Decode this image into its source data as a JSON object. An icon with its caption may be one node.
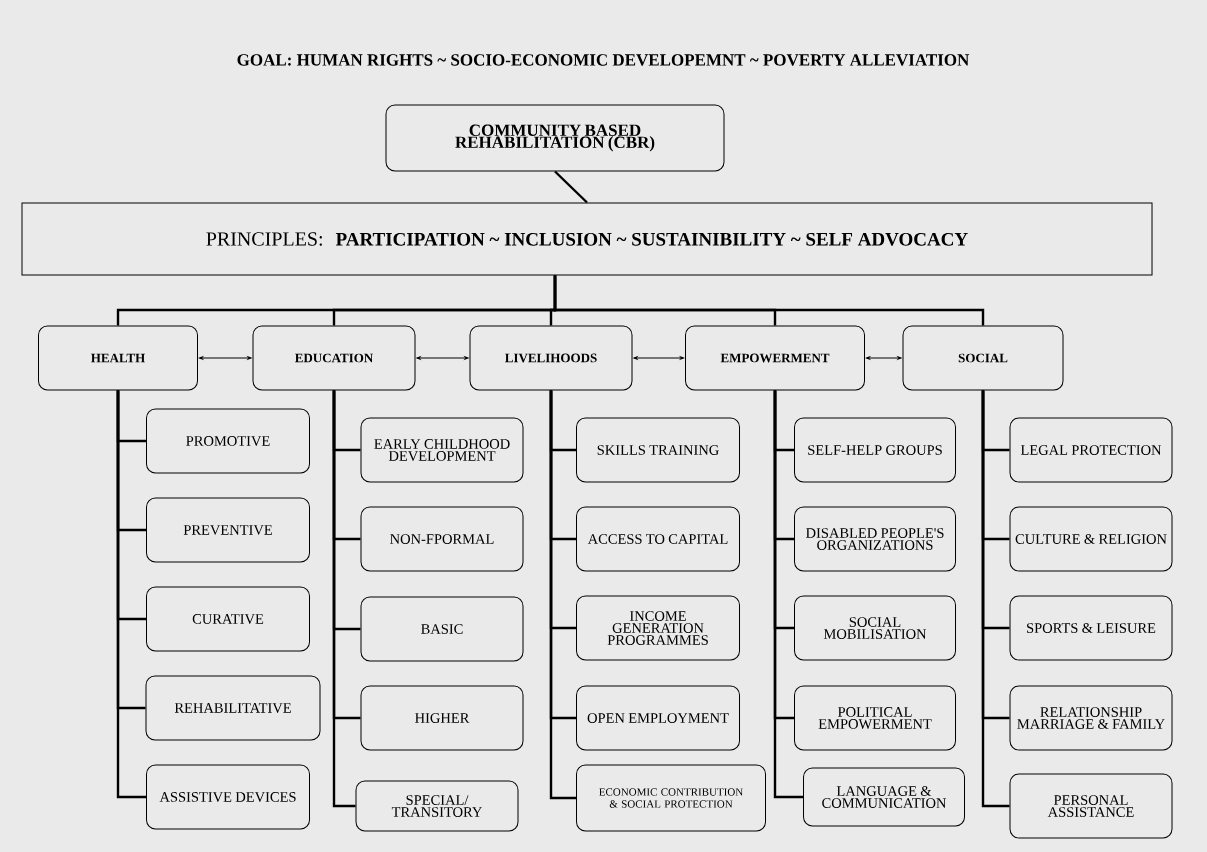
{
  "diagram": {
    "title": "GOAL: HUMAN RIGHTS ~ SOCIO-ECONOMIC DEVELOPEMNT ~ POVERTY ALLEVIATION",
    "nodes": [
      {
        "text": [
          "COMMUNITY BASED REHABILITATION (CBR)"
        ]
      },
      {
        "text": [
          "PRINCIPLES:",
          "PARTICIPATION ~ INCLUSION ~ SUSTAINIBILITY ~ SELF ADVOCACY"
        ]
      },
      {
        "text": [
          "HEALTH"
        ]
      },
      {
        "text": [
          "EDUCATION"
        ]
      },
      {
        "text": [
          "LIVELIHOODS"
        ]
      },
      {
        "text": [
          "EMPOWERMENT"
        ]
      },
      {
        "text": [
          "SOCIAL"
        ]
      },
      {
        "text": [
          "PROMOTIVE"
        ]
      },
      {
        "text": [
          "PREVENTIVE"
        ]
      },
      {
        "text": [
          "CURATIVE"
        ]
      },
      {
        "text": [
          "REHABILITATIVE"
        ]
      },
      {
        "text": [
          "ASSISTIVE DEVICES"
        ]
      },
      {
        "text": [
          "EARLY CHILDHOOD DEVELOPMENT"
        ]
      },
      {
        "text": [
          "NON-FPORMAL"
        ]
      },
      {
        "text": [
          "BASIC"
        ]
      },
      {
        "text": [
          "HIGHER"
        ]
      },
      {
        "text": [
          "SPECIAL/ TRANSITORY"
        ]
      },
      {
        "text": [
          "SKILLS TRAINING"
        ]
      },
      {
        "text": [
          "ACCESS TO CAPITAL"
        ]
      },
      {
        "text": [
          "INCOME GENERATION PROGRAMMES"
        ]
      },
      {
        "text": [
          "OPEN EMPLOYMENT"
        ]
      },
      {
        "text": [
          "ECONOMIC CONTRIBUTION & SOCIAL PROTECTION"
        ]
      },
      {
        "text": [
          "SELF-HELP GROUPS"
        ]
      },
      {
        "text": [
          "DISABLED PEOPLE'S ORGANIZATIONS"
        ]
      },
      {
        "text": [
          "SOCIAL MOBILISATION"
        ]
      },
      {
        "text": [
          "POLITICAL EMPOWERMENT"
        ]
      },
      {
        "text": [
          "LANGUAGE & COMMUNICATION"
        ]
      },
      {
        "text": [
          "LEGAL PROTECTION"
        ]
      },
      {
        "text": [
          "CULTURE & RELIGION"
        ]
      },
      {
        "text": [
          "SPORTS & LEISURE"
        ]
      },
      {
        "text": [
          "RELATIONSHIP MARRIAGE & FAMILY"
        ]
      },
      {
        "text": [
          "PERSONAL ASSISTANCE"
        ]
      }
    ],
    "edges": [
      {
        "from": 0,
        "to": 1,
        "arrow": "none"
      },
      {
        "from": 1,
        "to": 2,
        "arrow": "none"
      },
      {
        "from": 1,
        "to": 3,
        "arrow": "none"
      },
      {
        "from": 1,
        "to": 4,
        "arrow": "none"
      },
      {
        "from": 1,
        "to": 5,
        "arrow": "none"
      },
      {
        "from": 1,
        "to": 6,
        "arrow": "none"
      },
      {
        "from": 2,
        "to": 3,
        "arrow": "both"
      },
      {
        "from": 3,
        "to": 4,
        "arrow": "both"
      },
      {
        "from": 4,
        "to": 5,
        "arrow": "both"
      },
      {
        "from": 5,
        "to": 6,
        "arrow": "both"
      },
      {
        "from": 2,
        "to": 7,
        "arrow": "none"
      },
      {
        "from": 2,
        "to": 8,
        "arrow": "none"
      },
      {
        "from": 2,
        "to": 9,
        "arrow": "none"
      },
      {
        "from": 2,
        "to": 10,
        "arrow": "none"
      },
      {
        "from": 2,
        "to": 11,
        "arrow": "none"
      },
      {
        "from": 3,
        "to": 12,
        "arrow": "none"
      },
      {
        "from": 3,
        "to": 13,
        "arrow": "none"
      },
      {
        "from": 3,
        "to": 14,
        "arrow": "none"
      },
      {
        "from": 3,
        "to": 15,
        "arrow": "none"
      },
      {
        "from": 3,
        "to": 16,
        "arrow": "none"
      },
      {
        "from": 4,
        "to": 17,
        "arrow": "none"
      },
      {
        "from": 4,
        "to": 18,
        "arrow": "none"
      },
      {
        "from": 4,
        "to": 19,
        "arrow": "none"
      },
      {
        "from": 4,
        "to": 20,
        "arrow": "none"
      },
      {
        "from": 4,
        "to": 21,
        "arrow": "none"
      },
      {
        "from": 5,
        "to": 22,
        "arrow": "none"
      },
      {
        "from": 5,
        "to": 23,
        "arrow": "none"
      },
      {
        "from": 5,
        "to": 24,
        "arrow": "none"
      },
      {
        "from": 5,
        "to": 25,
        "arrow": "none"
      },
      {
        "from": 5,
        "to": 26,
        "arrow": "none"
      },
      {
        "from": 6,
        "to": 27,
        "arrow": "none"
      },
      {
        "from": 6,
        "to": 28,
        "arrow": "none"
      },
      {
        "from": 6,
        "to": 29,
        "arrow": "none"
      },
      {
        "from": 6,
        "to": 30,
        "arrow": "none"
      },
      {
        "from": 6,
        "to": 31,
        "arrow": "none"
      }
    ]
  }
}
